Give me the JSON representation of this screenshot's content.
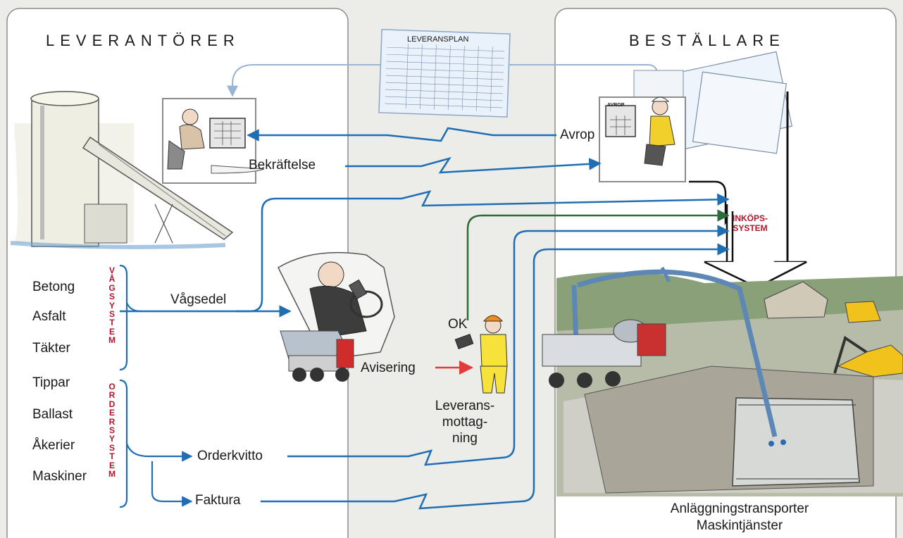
{
  "headers": {
    "left": "LEVERANTÖRER",
    "right": "BESTÄLLARE"
  },
  "plan_title": "LEVERANSPLAN",
  "screen_tag": "AVROP",
  "labels": {
    "avrop": "Avrop",
    "bekraftelse": "Bekräftelse",
    "vagsedel": "Vågsedel",
    "ok": "OK",
    "avisering": "Avisering",
    "leveransmottagning": "Leverans-\nmottag-\nning",
    "orderkvitto": "Orderkvitto",
    "faktura": "Faktura",
    "inkopssystem": "INKÖPS-\nSYSTEM",
    "anlaggning": "Anläggningstransporter",
    "maskin": "Maskintjänster"
  },
  "vertical_labels": {
    "vagsystem": "VÅGSYSTEM",
    "ordersystem": "ORDERSYSTEM"
  },
  "materials": [
    "Betong",
    "Asfalt",
    "Täkter",
    "Tippar",
    "Ballast",
    "Åkerier",
    "Maskiner"
  ],
  "colors": {
    "flow": "#1f6eb4",
    "ok_line": "#2c6b3a",
    "accent_red": "#b0172e",
    "confirm_arrow": "#e23b3b",
    "plan_line": "#9ab4d6"
  }
}
